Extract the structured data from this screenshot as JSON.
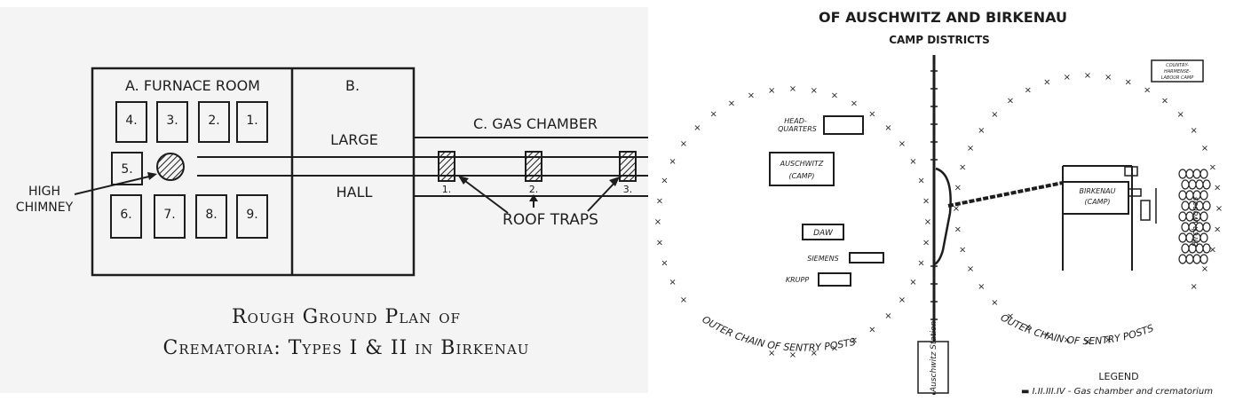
{
  "left_plan": {
    "furnace_room_label": "A. FURNACE ROOM",
    "hall_label": "B.",
    "large_label": "LARGE",
    "hall_word": "HALL",
    "gas_chamber_label": "C. GAS CHAMBER",
    "ovens": [
      "4.",
      "3.",
      "2.",
      "1.",
      "5.",
      "6.",
      "7.",
      "8.",
      "9."
    ],
    "chimney_label_line1": "HIGH",
    "chimney_label_line2": "CHIMNEY",
    "trap_numbers": [
      "1.",
      "2.",
      "3."
    ],
    "roof_traps_label": "ROOF TRAPS",
    "caption_line1": "Rough Ground Plan of",
    "caption_line2": "Crematoria: Types I & II in Birkenau"
  },
  "right_map": {
    "title": "OF AUSCHWITZ AND BIRKENAU",
    "subtitle": "CAMP DISTRICTS",
    "headquarters_line1": "HEAD-",
    "headquarters_line2": "QUARTERS",
    "auschwitz_line1": "AUSCHWITZ",
    "auschwitz_line2": "(CAMP)",
    "daw": "DAW",
    "siemens": "SIEMENS",
    "krupp": "KRUPP",
    "birkenau_line1": "BIRKENAU",
    "birkenau_line2": "(CAMP)",
    "sentry_left": "OUTER CHAIN OF SENTRY POSTS",
    "sentry_right": "OUTER CHAIN OF SENTRY POSTS",
    "country_box_line1": "COUNTRY-",
    "country_box_line2": "HARMENSE-",
    "country_box_line3": "LABOUR CAMP",
    "woods_label": "Birch Woods",
    "station_label": "Auschwitz Station",
    "legend_title": "LEGEND",
    "legend_entry": "▬ I.II.III.IV - Gas chamber and crematorium"
  }
}
